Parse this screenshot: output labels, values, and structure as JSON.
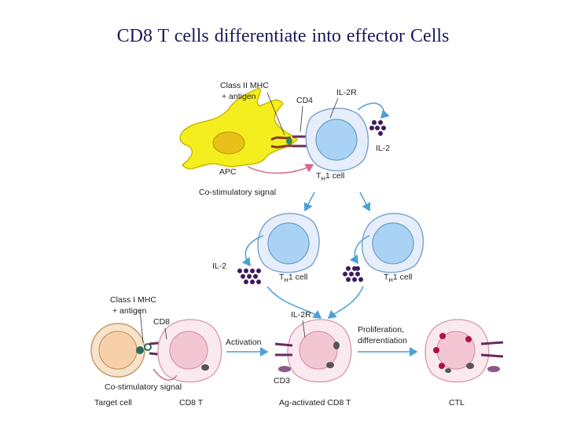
{
  "title": "CD8 T cells differentiate into  effector Cells",
  "labels": {
    "class2_mhc": "Class II MHC",
    "plus_antigen_1": "+ antigen",
    "cd4": "CD4",
    "il2r_top": "IL-2R",
    "il2_top": "IL-2",
    "apc": "APC",
    "th1_top_main": "T",
    "th1_top_sub": "H",
    "th1_top_end": "1 cell",
    "costim_top": "Co-stimulatory signal",
    "il2_mid": "IL-2",
    "th1_left_main": "T",
    "th1_left_sub": "H",
    "th1_left_end": "1 cell",
    "th1_right_main": "T",
    "th1_right_sub": "H",
    "th1_right_end": "1 cell",
    "class1_mhc": "Class I MHC",
    "plus_antigen_2": "+ antigen",
    "cd8": "CD8",
    "il2r_bottom": "IL-2R",
    "proliferation": "Proliferation,",
    "differentiation": "differentiation",
    "activation": "Activation",
    "cd3": "CD3",
    "costim_bottom": "Co-stimulatory signal",
    "target_cell": "Target cell",
    "cd8_t": "CD8 T",
    "ag_activated": "Ag-activated CD8 T",
    "ctl": "CTL"
  },
  "colors": {
    "title": "#1a1a5e",
    "apc": "#f4ee1e",
    "th1_cell": "#cfe3f7",
    "th1_nucleus": "#a9d2f5",
    "cd8_cell": "#f6dde6",
    "cd8_nucleus": "#f3c6d3",
    "target_cell": "#f5d5b0",
    "arrow": "#4a9fd8",
    "il2_dot": "#3b1a5a"
  }
}
